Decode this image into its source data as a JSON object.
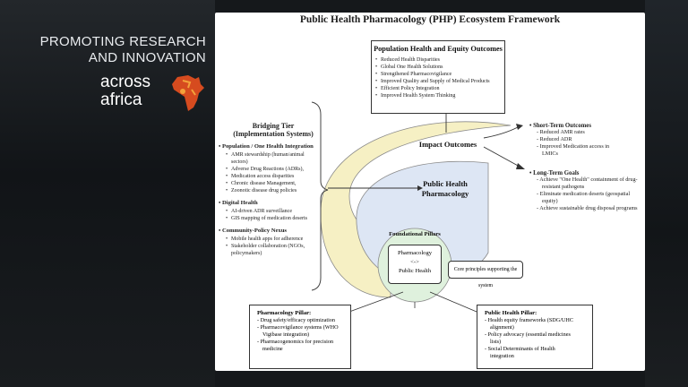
{
  "promo": {
    "line1": "PROMOTING RESEARCH",
    "line2": "AND INNOVATION"
  },
  "logo": {
    "line1": "across",
    "line2": "africa"
  },
  "slide": {
    "title": "Public Health Pharmacology (PHP) Ecosystem Framework",
    "population_box": {
      "title": "Population Health and Equity Outcomes",
      "items": [
        "Reduced Health Disparities",
        "Global One Health Solutions",
        "Strengthened Pharmacovigilance",
        "Improved Quality and Supply of Medical Products",
        "Efficient Policy Integration",
        "Improved Health System Thinking"
      ]
    },
    "bridging": {
      "title_line1": "Bridging Tier",
      "title_line2": "(Implementation Systems)",
      "sections": [
        {
          "title": "Population / One Health Integration",
          "items": [
            "AMR stewardship (human/animal sectors)",
            "Adverse Drug Reactions (ADRs),",
            "Medication access disparities",
            "Chronic disease Management,",
            "Zoonotic disease drug policies"
          ]
        },
        {
          "title": "Digital Health",
          "items": [
            "AI-driven ADR surveillance",
            "GIS mapping of medication deserts"
          ]
        },
        {
          "title": "Community-Policy Nexus",
          "items": [
            "Mobile health apps for adherence",
            "Stakeholder collaboration (NGOs, policymakers)"
          ]
        }
      ]
    },
    "impact_label": "Impact Outcomes",
    "php_label_line1": "Public Health",
    "php_label_line2": "Pharmacology",
    "foundational_label": "Foundational Pillars",
    "inner_box": {
      "line1": "Pharmacology",
      "line2": "<->",
      "line3": "Public Health"
    },
    "core_box": "Core principles supporting the system",
    "short_term": {
      "title": "Short-Term Outcomes",
      "items": [
        "- Reduced  AMR rates",
        "- Reduced  ADR",
        "- Improved Medication access in",
        "  LMICs"
      ]
    },
    "long_term": {
      "title": "Long-Term Goals",
      "items": [
        "- Achieve \"One Health\" containment of drug-",
        "  resistant pathogens",
        "- Eliminate medication deserts (geospatial",
        "  equity)",
        "- Achieve sustainable drug disposal programs"
      ]
    },
    "pharmacology_pillar": {
      "title": "Pharmacology Pillar:",
      "items": [
        "- Drug safety/efficacy optimization",
        "- Pharmacovigilance systems (WHO",
        "  Vigibase integration)",
        "- Pharmacogenomics for precision",
        "  medicine"
      ]
    },
    "public_health_pillar": {
      "title": "Public Health Pillar:",
      "items": [
        "- Health equity frameworks (SDG/UHC",
        "  alignment)",
        "- Policy advocacy (essential medicines",
        "  lists)",
        "- Social Determinants of Health",
        "  integration"
      ]
    },
    "colors": {
      "outer_spiral": "#f6f0c4",
      "middle_spiral": "#dde6f4",
      "inner_circle": "#dff1dd"
    }
  }
}
